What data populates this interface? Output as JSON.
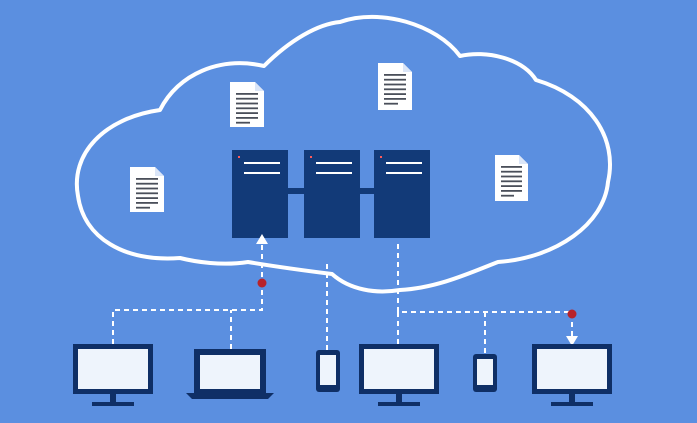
{
  "colors": {
    "background": "#5b8fe0",
    "cloud_outline": "#ffffff",
    "server": "#123a78",
    "server_bars": "#ffffff",
    "device_frame": "#0f2f66",
    "device_screen": "#eef4fc",
    "connector": "#ffffff",
    "marker": "#b8232a"
  },
  "diagram": {
    "cloud": {
      "name": "cloud-outline"
    },
    "documents": [
      {
        "name": "document-icon-1"
      },
      {
        "name": "document-icon-2"
      },
      {
        "name": "document-icon-3"
      },
      {
        "name": "document-icon-4"
      }
    ],
    "servers": [
      {
        "name": "server-1"
      },
      {
        "name": "server-2"
      },
      {
        "name": "server-3"
      }
    ],
    "devices": [
      {
        "type": "desktop-monitor",
        "name": "desktop-monitor-1"
      },
      {
        "type": "laptop",
        "name": "laptop-1"
      },
      {
        "type": "mobile-phone",
        "name": "mobile-phone-1"
      },
      {
        "type": "desktop-monitor",
        "name": "desktop-monitor-2"
      },
      {
        "type": "mobile-phone",
        "name": "mobile-phone-2"
      },
      {
        "type": "desktop-monitor",
        "name": "desktop-monitor-3"
      }
    ]
  }
}
